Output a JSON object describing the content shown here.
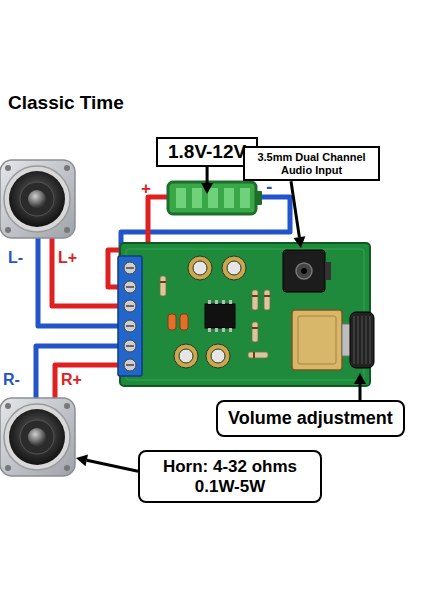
{
  "diagram": {
    "title": "Classic Time",
    "nodes": [
      {
        "text": [
          "1.8V-12V"
        ]
      },
      {
        "text": [
          "3.5mm Dual Channel Audio Input"
        ]
      },
      {
        "text": [
          "Volume adjustment"
        ]
      },
      {
        "text": [
          "Horn: 4-32 ohms 0.1W-5W"
        ]
      }
    ],
    "labels": [
      "+",
      "-",
      "L-",
      "L+",
      "R-",
      "R+"
    ]
  }
}
